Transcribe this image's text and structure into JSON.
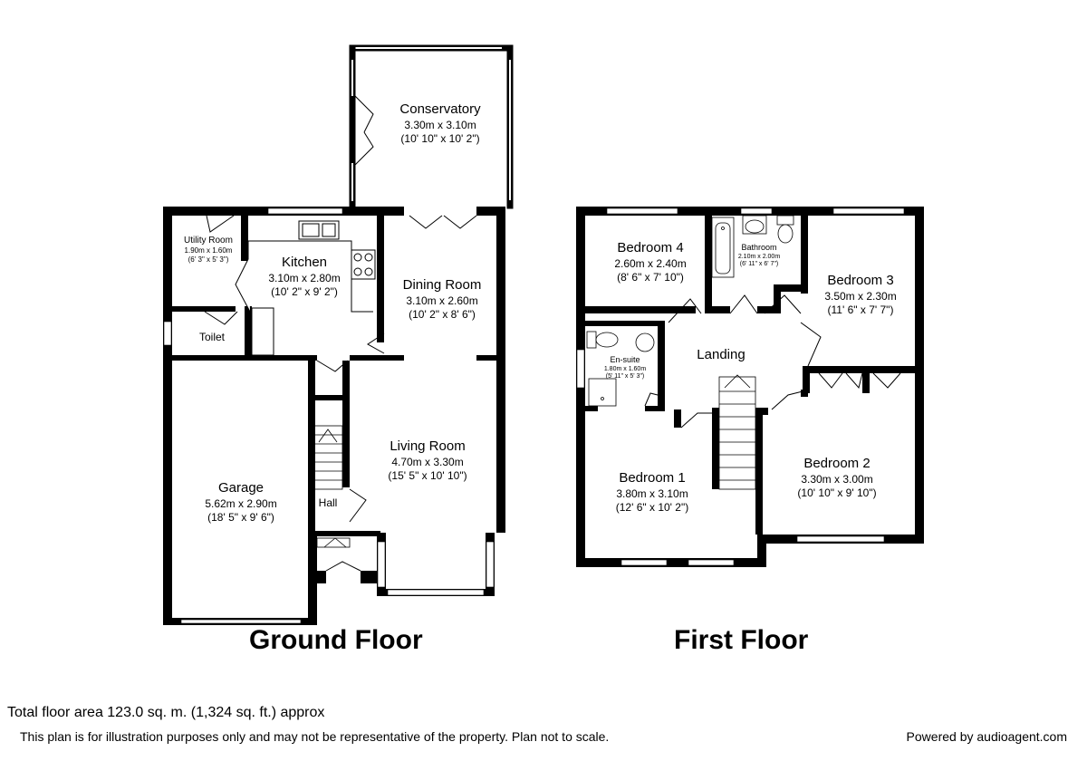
{
  "ground_floor": {
    "title": "Ground Floor",
    "rooms": {
      "conservatory": {
        "name": "Conservatory",
        "metric": "3.30m x 3.10m",
        "imperial": "(10' 10\" x 10' 2\")"
      },
      "utility": {
        "name": "Utility Room",
        "metric": "1.90m x 1.60m",
        "imperial": "(6' 3\" x 5' 3\")"
      },
      "kitchen": {
        "name": "Kitchen",
        "metric": "3.10m x 2.80m",
        "imperial": "(10' 2\" x 9' 2\")"
      },
      "dining": {
        "name": "Dining Room",
        "metric": "3.10m x 2.60m",
        "imperial": "(10' 2\" x 8' 6\")"
      },
      "toilet": {
        "name": "Toilet"
      },
      "living": {
        "name": "Living Room",
        "metric": "4.70m x 3.30m",
        "imperial": "(15' 5\" x 10' 10\")"
      },
      "garage": {
        "name": "Garage",
        "metric": "5.62m x 2.90m",
        "imperial": "(18' 5\" x 9' 6\")"
      },
      "hall": {
        "name": "Hall"
      }
    }
  },
  "first_floor": {
    "title": "First Floor",
    "rooms": {
      "bedroom4": {
        "name": "Bedroom 4",
        "metric": "2.60m x 2.40m",
        "imperial": "(8' 6\" x 7' 10\")"
      },
      "bathroom": {
        "name": "Bathroom",
        "metric": "2.10m x 2.00m",
        "imperial": "(6' 11\" x 6' 7\")"
      },
      "bedroom3": {
        "name": "Bedroom 3",
        "metric": "3.50m x 2.30m",
        "imperial": "(11' 6\" x 7' 7\")"
      },
      "ensuite": {
        "name": "En-suite",
        "metric": "1.80m x 1.60m",
        "imperial": "(5' 11\" x 5' 3\")"
      },
      "landing": {
        "name": "Landing"
      },
      "bedroom1": {
        "name": "Bedroom 1",
        "metric": "3.80m x 3.10m",
        "imperial": "(12' 6\" x 10' 2\")"
      },
      "bedroom2": {
        "name": "Bedroom 2",
        "metric": "3.30m x 3.00m",
        "imperial": "(10' 10\" x 9' 10\")"
      }
    }
  },
  "footer": {
    "total_area": "Total floor area 123.0 sq. m. (1,324 sq. ft.) approx",
    "disclaimer": "This plan is for illustration purposes only and may not be representative of the property. Plan not to scale.",
    "powered_by": "Powered by audioagent.com"
  },
  "colors": {
    "wall": "#000000",
    "window": "#ffffff",
    "background": "#ffffff"
  }
}
